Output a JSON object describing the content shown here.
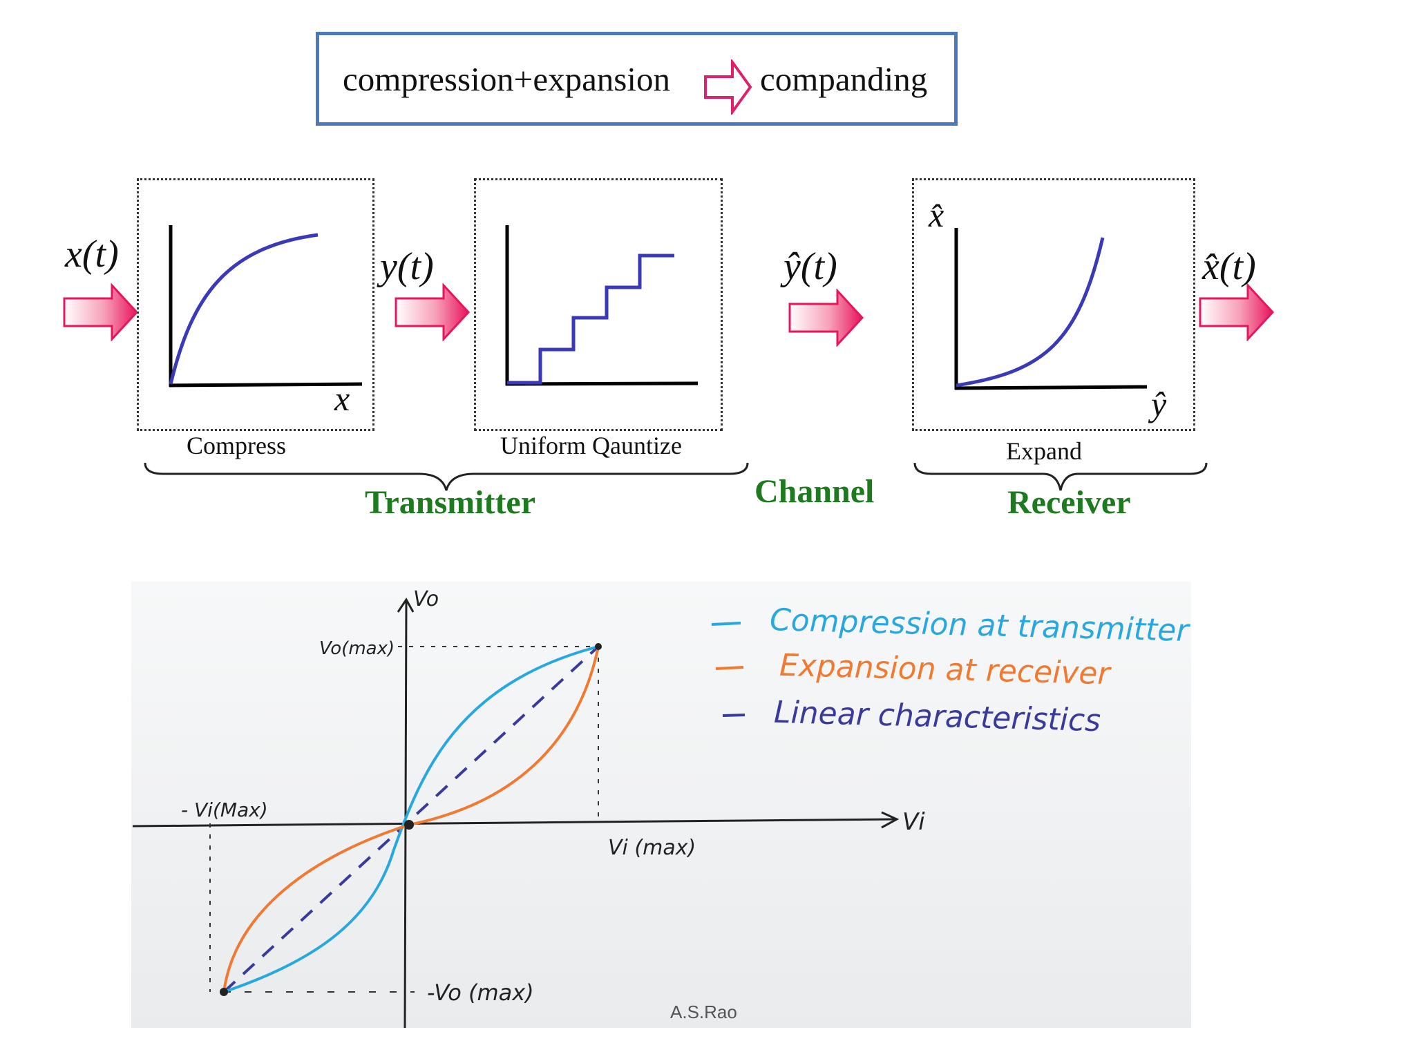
{
  "header": {
    "left_text": "compression+expansion",
    "right_text": "companding",
    "arrow_icon": "hollow-arrow-right-icon",
    "arrow_color": "#e0206a"
  },
  "signals": {
    "input": "x(t)",
    "compressed": "y(t)",
    "received": "ŷ(t)",
    "output": "x̂(t)"
  },
  "blocks": {
    "compress": {
      "label": "Compress",
      "axis_x": "x"
    },
    "quantize": {
      "label": "Uniform Qauntize"
    },
    "expand": {
      "label": "Expand",
      "axis_x": "ŷ",
      "axis_y": "x̂"
    }
  },
  "sections": {
    "transmitter": "Transmitter",
    "channel": "Channel",
    "receiver": "Receiver"
  },
  "sketch": {
    "vo": "Vo",
    "vo_max": "Vo(max)",
    "vi": "Vi",
    "vi_max": "Vi (max)",
    "neg_vi_max": "- Vi(Max)",
    "neg_vo_max": "-Vo (max)",
    "legend": [
      {
        "text": "Compression at transmitter",
        "color": "#29a8e0",
        "dashed": false
      },
      {
        "text": "Expansion at receiver",
        "color": "#f07a32",
        "dashed": false
      },
      {
        "text": "Linear characteristics",
        "color": "#3a3a9a",
        "dashed": true
      }
    ]
  },
  "credit": "A.S.Rao"
}
